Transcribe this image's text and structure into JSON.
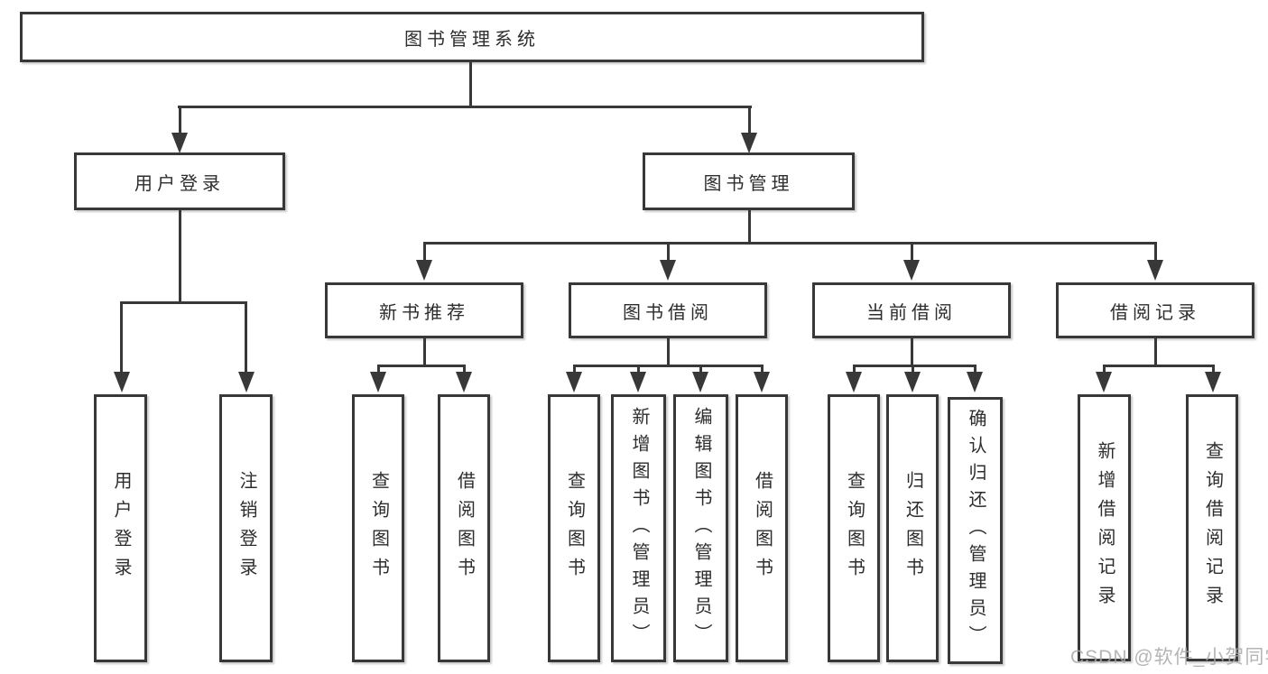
{
  "diagram": {
    "root": "图书管理系统",
    "branches": [
      {
        "label": "用户登录",
        "leaves": [
          "用户登录",
          "注销登录"
        ]
      },
      {
        "label": "图书管理",
        "groups": [
          {
            "label": "新书推荐",
            "leaves": [
              "查询图书",
              "借阅图书"
            ]
          },
          {
            "label": "图书借阅",
            "leaves": [
              "查询图书",
              "新增图书（管理员）",
              "编辑图书（管理员）",
              "借阅图书"
            ]
          },
          {
            "label": "当前借阅",
            "leaves": [
              "查询图书",
              "归还图书",
              "确认归还（管理员）"
            ]
          },
          {
            "label": "借阅记录",
            "leaves": [
              "新增借阅记录",
              "查询借阅记录"
            ]
          }
        ]
      }
    ]
  },
  "watermark": "CSDN @软件_小贺同学",
  "colors": {
    "line": "#383838",
    "text": "#2d2d2d",
    "watermark": "#a8a8a8",
    "background": "#ffffff"
  }
}
